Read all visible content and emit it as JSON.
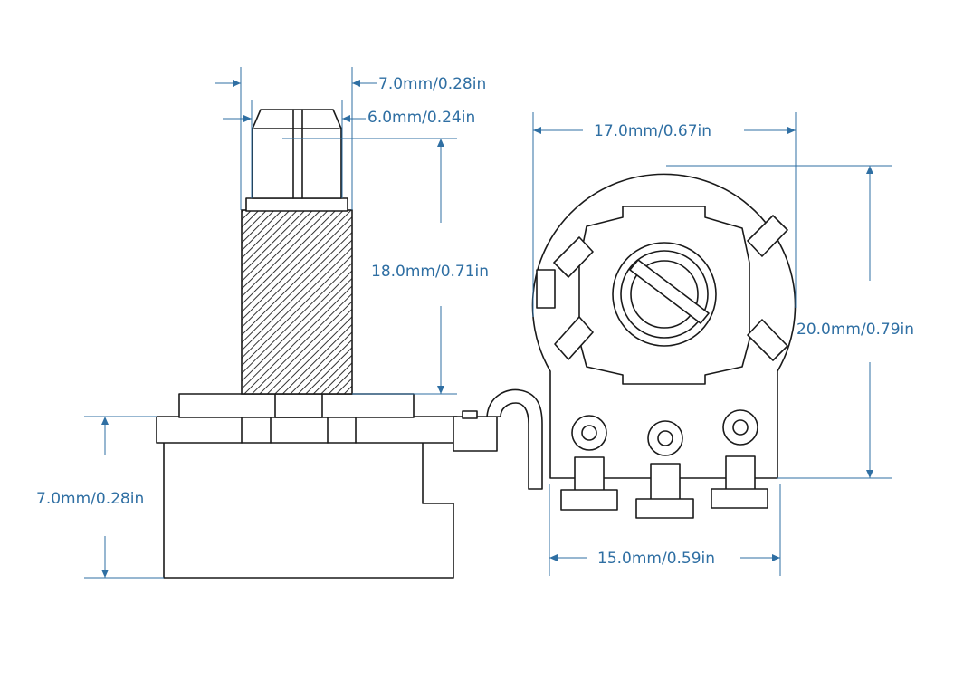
{
  "colors": {
    "dimension": "#2f6fa3",
    "outline": "#1a1a1a",
    "background": "#ffffff"
  },
  "dimensions": {
    "shaft_diameter": "7.0mm/0.28in",
    "knurl_diameter": "6.0mm/0.24in",
    "shaft_length": "18.0mm/0.71in",
    "body_height": "7.0mm/0.28in",
    "body_diameter": "17.0mm/0.67in",
    "overall_height": "20.0mm/0.79in",
    "base_width": "15.0mm/0.59in"
  }
}
